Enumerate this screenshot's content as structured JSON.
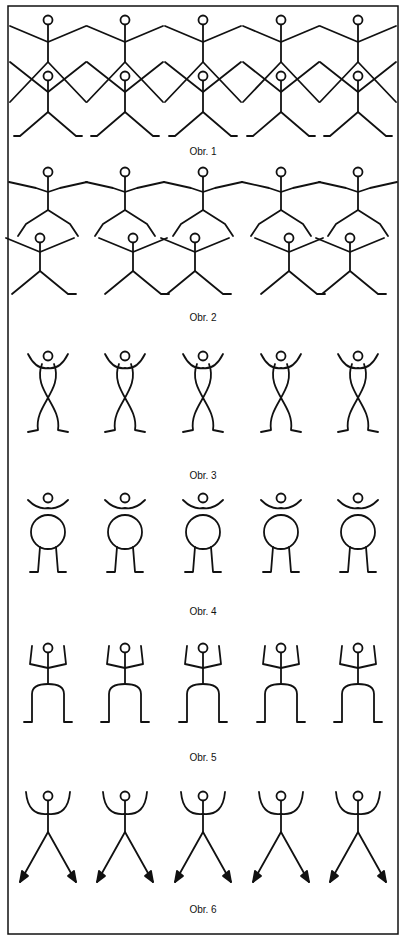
{
  "diagram": {
    "labels": [
      "Obr. 1",
      "Obr. 2",
      "Obr. 3",
      "Obr. 4",
      "Obr. 5",
      "Obr. 6"
    ]
  }
}
